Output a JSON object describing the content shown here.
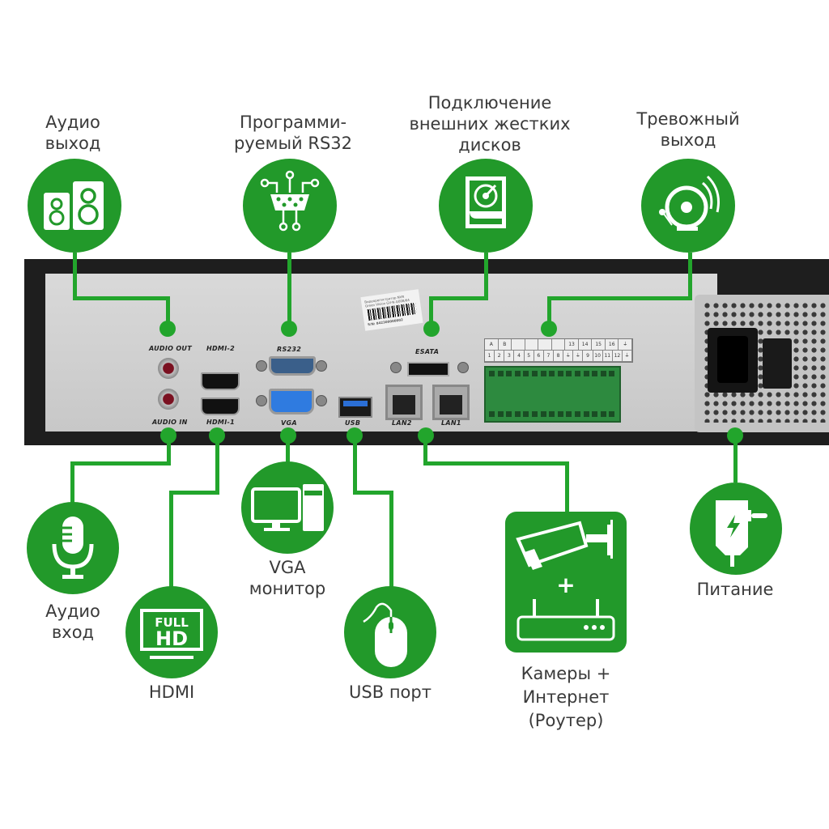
{
  "title": "NVR rear panel connections",
  "colors": {
    "accent": "#22992a",
    "wire": "#22a52c",
    "text": "#3a3a3a",
    "chassis": "#1e1e1e",
    "panel": "#d0d0d0"
  },
  "top_callouts": [
    {
      "id": "audio-out",
      "label": "Аудио\nвыход",
      "icon": "speakers-icon"
    },
    {
      "id": "rs232",
      "label": "Программи-\nруемый RS32",
      "icon": "serial-port-icon"
    },
    {
      "id": "esata",
      "label": "Подключение\nвнешних жестких\nдисков",
      "icon": "hard-drive-icon"
    },
    {
      "id": "alarm-out",
      "label": "Тревожный\nвыход",
      "icon": "alarm-bell-icon"
    }
  ],
  "bottom_callouts": [
    {
      "id": "audio-in",
      "label": "Аудио\nвход",
      "icon": "microphone-icon"
    },
    {
      "id": "hdmi",
      "label": "HDMI",
      "icon": "full-hd-tv-icon",
      "icon_text_1": "FULL",
      "icon_text_2": "HD"
    },
    {
      "id": "vga",
      "label": "VGA\nмонитор",
      "icon": "computer-monitor-icon"
    },
    {
      "id": "usb",
      "label": "USB порт",
      "icon": "mouse-icon"
    },
    {
      "id": "lan",
      "label": "Камеры +\nИнтернет\n(Роутер)",
      "icon": "camera-router-icon",
      "plus": "+"
    },
    {
      "id": "power",
      "label": "Питание",
      "icon": "power-adapter-icon"
    }
  ],
  "panel_labels": {
    "audio_out": "AUDIO OUT",
    "audio_in": "AUDIO IN",
    "hdmi2": "HDMI-2",
    "hdmi1": "HDMI-1",
    "rs232": "RS232",
    "vga": "VGA",
    "usb": "USB",
    "esata": "ESATA",
    "lan2": "LAN2",
    "lan1": "LAN1"
  },
  "sticker": {
    "line1": "Видеорегистратор NVR",
    "line2": "Green Vision GV-N-G008/64",
    "serial": "S/N: 842300000002"
  },
  "terminal": {
    "top_row": [
      "A",
      "B",
      "",
      "",
      "",
      "",
      "13",
      "14",
      "15",
      "16",
      "⏚"
    ],
    "bottom_row": [
      "1",
      "2",
      "3",
      "4",
      "5",
      "6",
      "7",
      "8",
      "⏚",
      "⏚",
      "9",
      "10",
      "11",
      "12",
      "⏚"
    ]
  }
}
